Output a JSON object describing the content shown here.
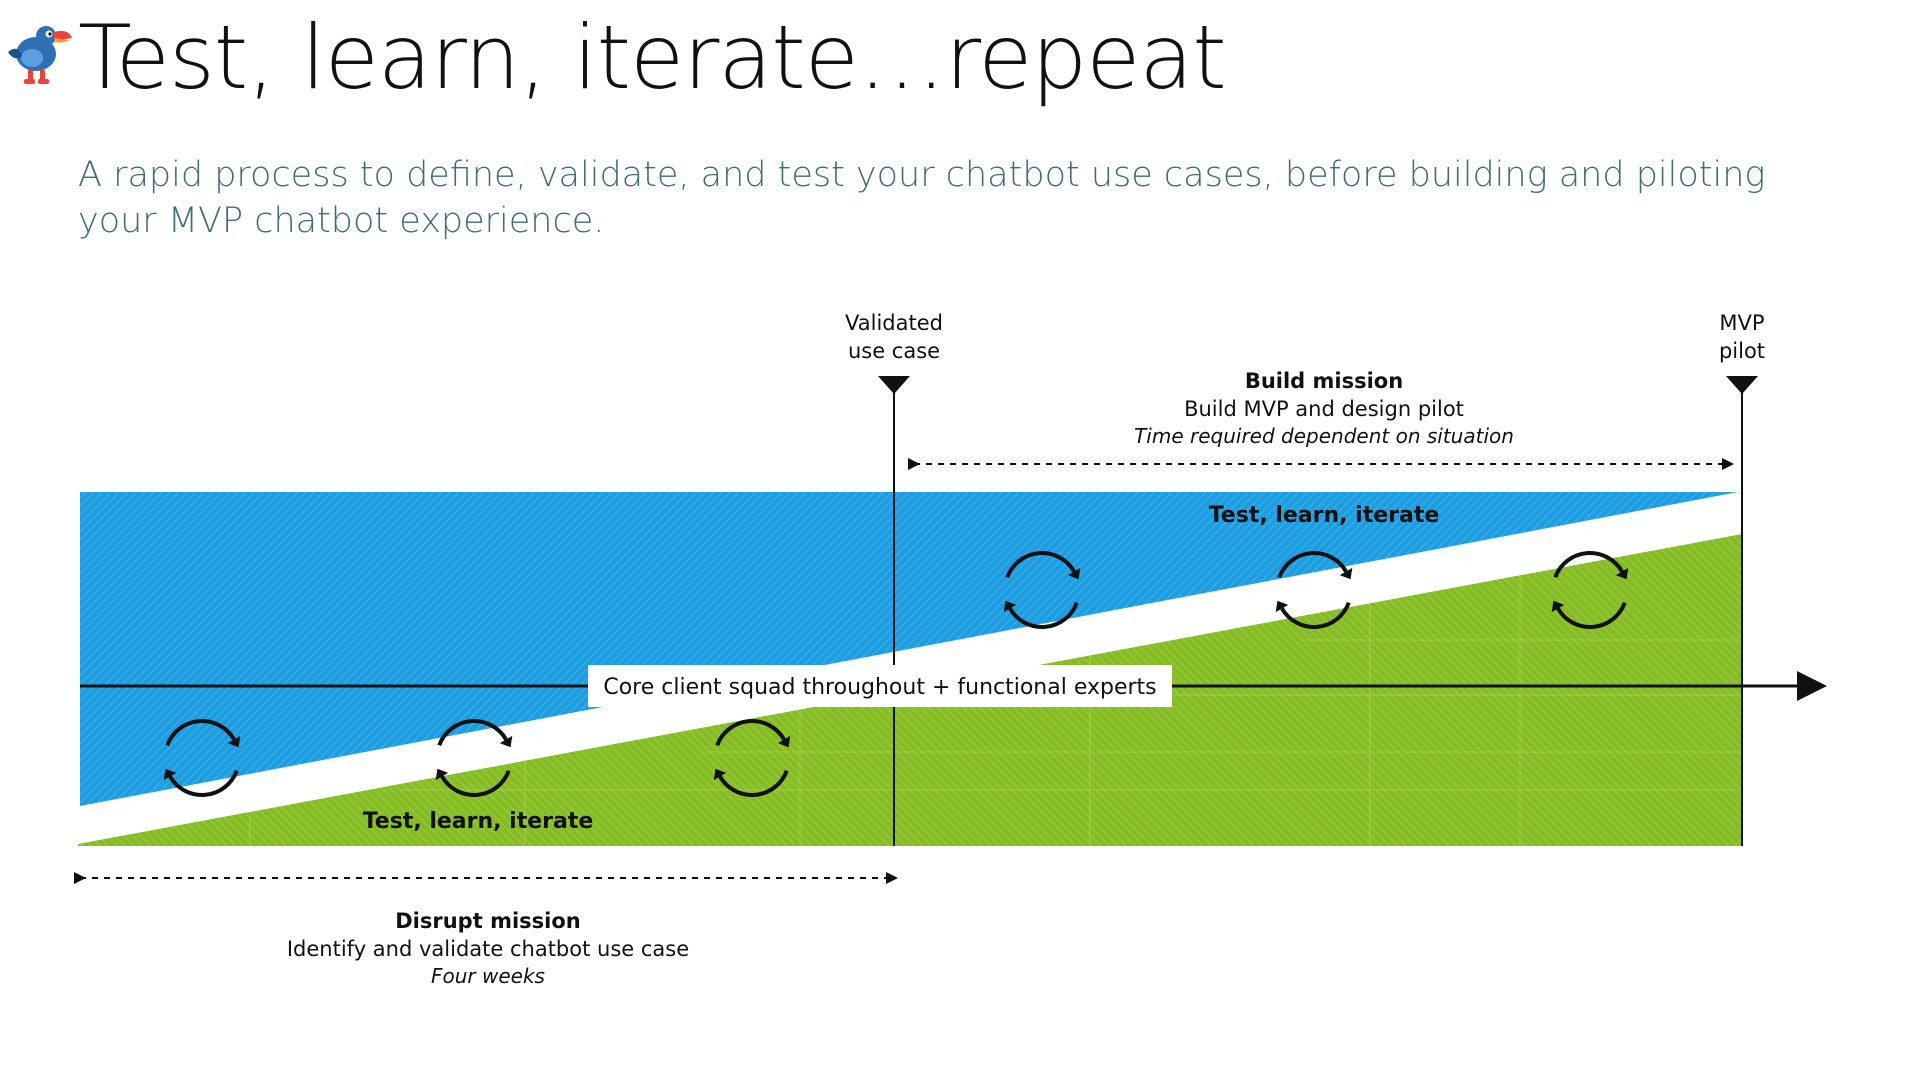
{
  "title": "Test, learn, iterate…repeat",
  "subtitle": "A rapid process to define, validate, and test your chatbot use cases, before building and piloting your MVP chatbot experience.",
  "milestones": {
    "validated": {
      "line1": "Validated",
      "line2": "use case"
    },
    "mvp": {
      "line1": "MVP",
      "line2": "pilot"
    }
  },
  "build_mission": {
    "title": "Build mission",
    "description": "Build MVP and design pilot",
    "duration": "Time required dependent on situation"
  },
  "disrupt_mission": {
    "title": "Disrupt mission",
    "description": "Identify and validate chatbot use case",
    "duration": "Four weeks"
  },
  "core_label": "Core client squad throughout + functional experts",
  "cycle_label_top": "Test, learn, iterate",
  "cycle_label_bottom": "Test, learn, iterate",
  "colors": {
    "blue": "#1e9ee0",
    "green": "#86bc25",
    "subtitle": "#3f6b78"
  },
  "icons": [
    "refresh-cycle-icon",
    "triangle-down-icon",
    "arrow-right-icon",
    "mascot-icon"
  ]
}
